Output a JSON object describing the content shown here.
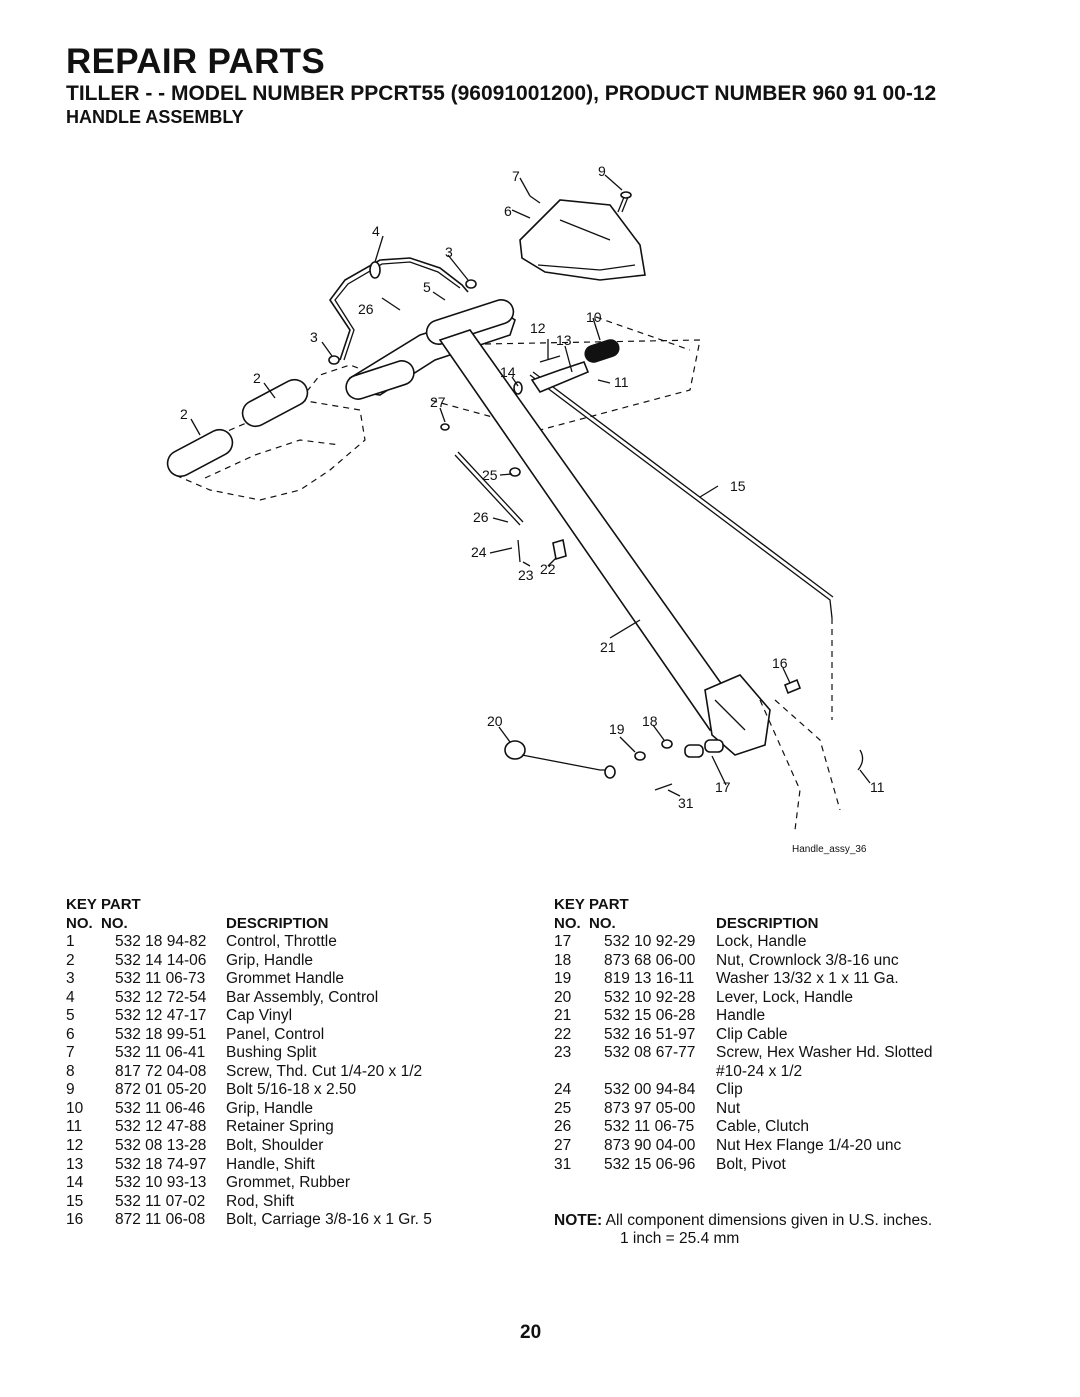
{
  "header": {
    "title": "REPAIR PARTS",
    "subtitle": "TILLER - - MODEL NUMBER PPCRT55 (96091001200), PRODUCT NUMBER 960 91 00-12",
    "section": "HANDLE ASSEMBLY"
  },
  "diagram": {
    "figure_id": "Handle_assy_36",
    "callouts": [
      "7",
      "9",
      "6",
      "4",
      "3",
      "5",
      "26",
      "3",
      "12",
      "10",
      "13",
      "2",
      "14",
      "11",
      "27",
      "2",
      "25",
      "15",
      "26",
      "24",
      "23",
      "22",
      "21",
      "16",
      "20",
      "19",
      "18",
      "17",
      "11",
      "31"
    ]
  },
  "table_headers": {
    "key": "KEY",
    "no1": "NO.",
    "part": "PART",
    "no2": "NO.",
    "description": "DESCRIPTION"
  },
  "parts_left": [
    {
      "key": "1",
      "part": "532 18 94-82",
      "desc": "Control, Throttle"
    },
    {
      "key": "2",
      "part": "532 14 14-06",
      "desc": "Grip, Handle"
    },
    {
      "key": "3",
      "part": "532 11 06-73",
      "desc": "Grommet Handle"
    },
    {
      "key": "4",
      "part": "532 12 72-54",
      "desc": "Bar Assembly, Control"
    },
    {
      "key": "5",
      "part": "532 12 47-17",
      "desc": "Cap Vinyl"
    },
    {
      "key": "6",
      "part": "532 18 99-51",
      "desc": "Panel, Control"
    },
    {
      "key": "7",
      "part": "532 11 06-41",
      "desc": "Bushing Split"
    },
    {
      "key": "8",
      "part": "817 72 04-08",
      "desc": "Screw, Thd. Cut 1/4-20 x 1/2"
    },
    {
      "key": "9",
      "part": "872 01 05-20",
      "desc": "Bolt 5/16-18 x 2.50"
    },
    {
      "key": "10",
      "part": "532 11 06-46",
      "desc": "Grip, Handle"
    },
    {
      "key": "11",
      "part": "532 12 47-88",
      "desc": "Retainer Spring"
    },
    {
      "key": "12",
      "part": "532 08 13-28",
      "desc": "Bolt, Shoulder"
    },
    {
      "key": "13",
      "part": "532 18 74-97",
      "desc": "Handle, Shift"
    },
    {
      "key": "14",
      "part": "532 10 93-13",
      "desc": "Grommet, Rubber"
    },
    {
      "key": "15",
      "part": "532 11 07-02",
      "desc": "Rod, Shift"
    },
    {
      "key": "16",
      "part": "872 11 06-08",
      "desc": "Bolt, Carriage  3/8-16 x 1 Gr. 5"
    }
  ],
  "parts_right": [
    {
      "key": "17",
      "part": "532 10 92-29",
      "desc": "Lock, Handle"
    },
    {
      "key": "18",
      "part": "873 68 06-00",
      "desc": "Nut, Crownlock  3/8-16 unc"
    },
    {
      "key": "19",
      "part": "819 13 16-11",
      "desc": "Washer  13/32 x 1 x 11 Ga."
    },
    {
      "key": "20",
      "part": "532 10 92-28",
      "desc": "Lever, Lock, Handle"
    },
    {
      "key": "21",
      "part": "532 15 06-28",
      "desc": "Handle"
    },
    {
      "key": "22",
      "part": "532 16 51-97",
      "desc": "Clip Cable"
    },
    {
      "key": "23",
      "part": "532 08 67-77",
      "desc": "Screw, Hex Washer Hd. Slotted"
    },
    {
      "key": "",
      "part": "",
      "desc": "#10-24 x 1/2"
    },
    {
      "key": "24",
      "part": "532 00 94-84",
      "desc": "Clip"
    },
    {
      "key": "25",
      "part": "873 97 05-00",
      "desc": "Nut"
    },
    {
      "key": "26",
      "part": "532 11 06-75",
      "desc": "Cable, Clutch"
    },
    {
      "key": "27",
      "part": "873 90 04-00",
      "desc": "Nut Hex Flange  1/4-20 unc"
    },
    {
      "key": "31",
      "part": "532 15 06-96",
      "desc": "Bolt, Pivot"
    }
  ],
  "note": {
    "label": "NOTE:",
    "line1": "All component dimensions given in U.S. inches.",
    "line2": "1 inch = 25.4 mm"
  },
  "page_number": "20"
}
